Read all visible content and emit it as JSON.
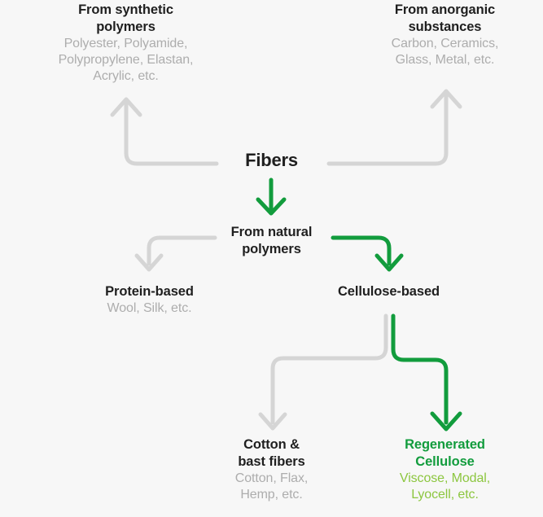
{
  "diagram": {
    "type": "hierarchy-flowchart",
    "title": "Fibers",
    "background_color": "#f7f7f7",
    "colors": {
      "text_primary": "#1f1f1f",
      "text_secondary": "#adadad",
      "connector_grey": "#d5d5d5",
      "connector_green": "#129c3d",
      "highlight_title_green": "#129c3d",
      "highlight_sub_green": "#8cc63f"
    },
    "nodes": [
      {
        "id": "synthetic",
        "title": "From synthetic polymers",
        "title_lines": [
          "From synthetic",
          "polymers"
        ],
        "sub": "Polyester, Polyamide, Polypropylene, Elastan, Acrylic, etc.",
        "sub_lines": [
          "Polyester, Polyamide,",
          "Polypropylene, Elastan,",
          "Acrylic, etc."
        ],
        "highlighted": false
      },
      {
        "id": "anorganic",
        "title": "From anorganic substances",
        "title_lines": [
          "From anorganic",
          "substances"
        ],
        "sub": "Carbon, Ceramics, Glass, Metal, etc.",
        "sub_lines": [
          "Carbon, Ceramics,",
          "Glass, Metal, etc."
        ],
        "highlighted": false
      },
      {
        "id": "fibers",
        "title": "Fibers",
        "title_lines": [
          "Fibers"
        ],
        "sub": "",
        "sub_lines": [],
        "highlighted": false,
        "is_root": true
      },
      {
        "id": "natural",
        "title": "From natural polymers",
        "title_lines": [
          "From natural",
          "polymers"
        ],
        "sub": "",
        "sub_lines": [],
        "highlighted": false
      },
      {
        "id": "protein",
        "title": "Protein-based",
        "title_lines": [
          "Protein-based"
        ],
        "sub": "Wool, Silk, etc.",
        "sub_lines": [
          "Wool, Silk, etc."
        ],
        "highlighted": false
      },
      {
        "id": "cellulose",
        "title": "Cellulose-based",
        "title_lines": [
          "Cellulose-based"
        ],
        "sub": "",
        "sub_lines": [],
        "highlighted": false
      },
      {
        "id": "cotton",
        "title": "Cotton & bast fibers",
        "title_lines": [
          "Cotton &",
          "bast fibers"
        ],
        "sub": "Cotton, Flax, Hemp, etc.",
        "sub_lines": [
          "Cotton, Flax,",
          "Hemp, etc."
        ],
        "highlighted": false
      },
      {
        "id": "regenerated",
        "title": "Regenerated Cellulose",
        "title_lines": [
          "Regenerated",
          "Cellulose"
        ],
        "sub": "Viscose, Modal, Lyocell, etc.",
        "sub_lines": [
          "Viscose, Modal,",
          "Lyocell, etc."
        ],
        "highlighted": true
      }
    ],
    "edges": [
      {
        "from": "fibers",
        "to": "synthetic",
        "color": "grey",
        "direction": "up-left"
      },
      {
        "from": "fibers",
        "to": "anorganic",
        "color": "grey",
        "direction": "up-right"
      },
      {
        "from": "fibers",
        "to": "natural",
        "color": "green",
        "direction": "down"
      },
      {
        "from": "natural",
        "to": "protein",
        "color": "grey",
        "direction": "down-left"
      },
      {
        "from": "natural",
        "to": "cellulose",
        "color": "green",
        "direction": "down-right"
      },
      {
        "from": "cellulose",
        "to": "cotton",
        "color": "grey",
        "direction": "down-left"
      },
      {
        "from": "cellulose",
        "to": "regenerated",
        "color": "green",
        "direction": "down-right"
      }
    ]
  }
}
